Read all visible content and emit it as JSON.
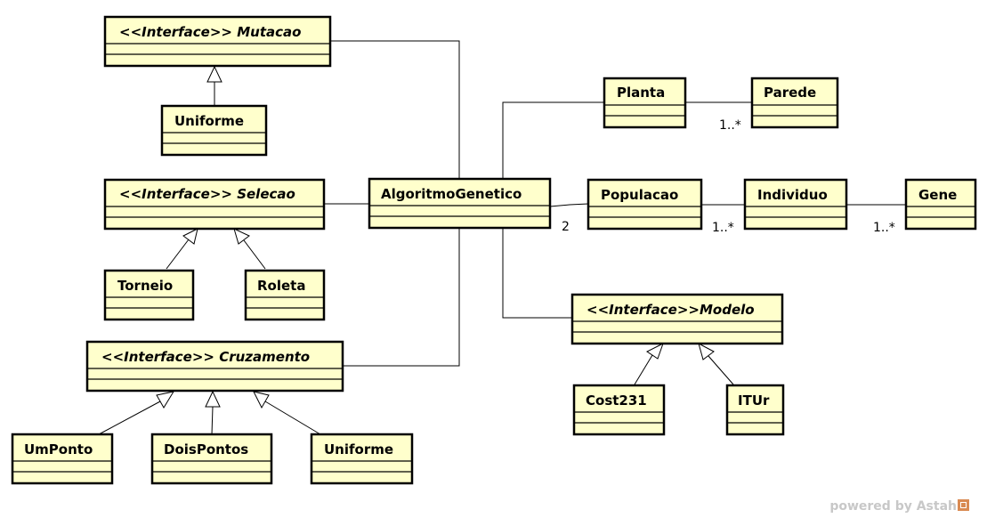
{
  "classes": {
    "mutacao": "<<Interface>> Mutacao",
    "uniforme_mut": "Uniforme",
    "selecao": "<<Interface>> Selecao",
    "torneio": "Torneio",
    "roleta": "Roleta",
    "cruzamento": "<<Interface>> Cruzamento",
    "umponto": "UmPonto",
    "doispontos": "DoisPontos",
    "uniforme_cruz": "Uniforme",
    "algoritmo": "AlgoritmoGenetico",
    "planta": "Planta",
    "parede": "Parede",
    "populacao": "Populacao",
    "individuo": "Individuo",
    "gene": "Gene",
    "modelo": "<<Interface>>Modelo",
    "cost231": "Cost231",
    "itur": "ITUr"
  },
  "multiplicities": {
    "parede": "1..*",
    "populacao": "2",
    "individuo": "1..*",
    "gene": "1..*"
  },
  "footer": {
    "watermark": "powered by Astah"
  }
}
